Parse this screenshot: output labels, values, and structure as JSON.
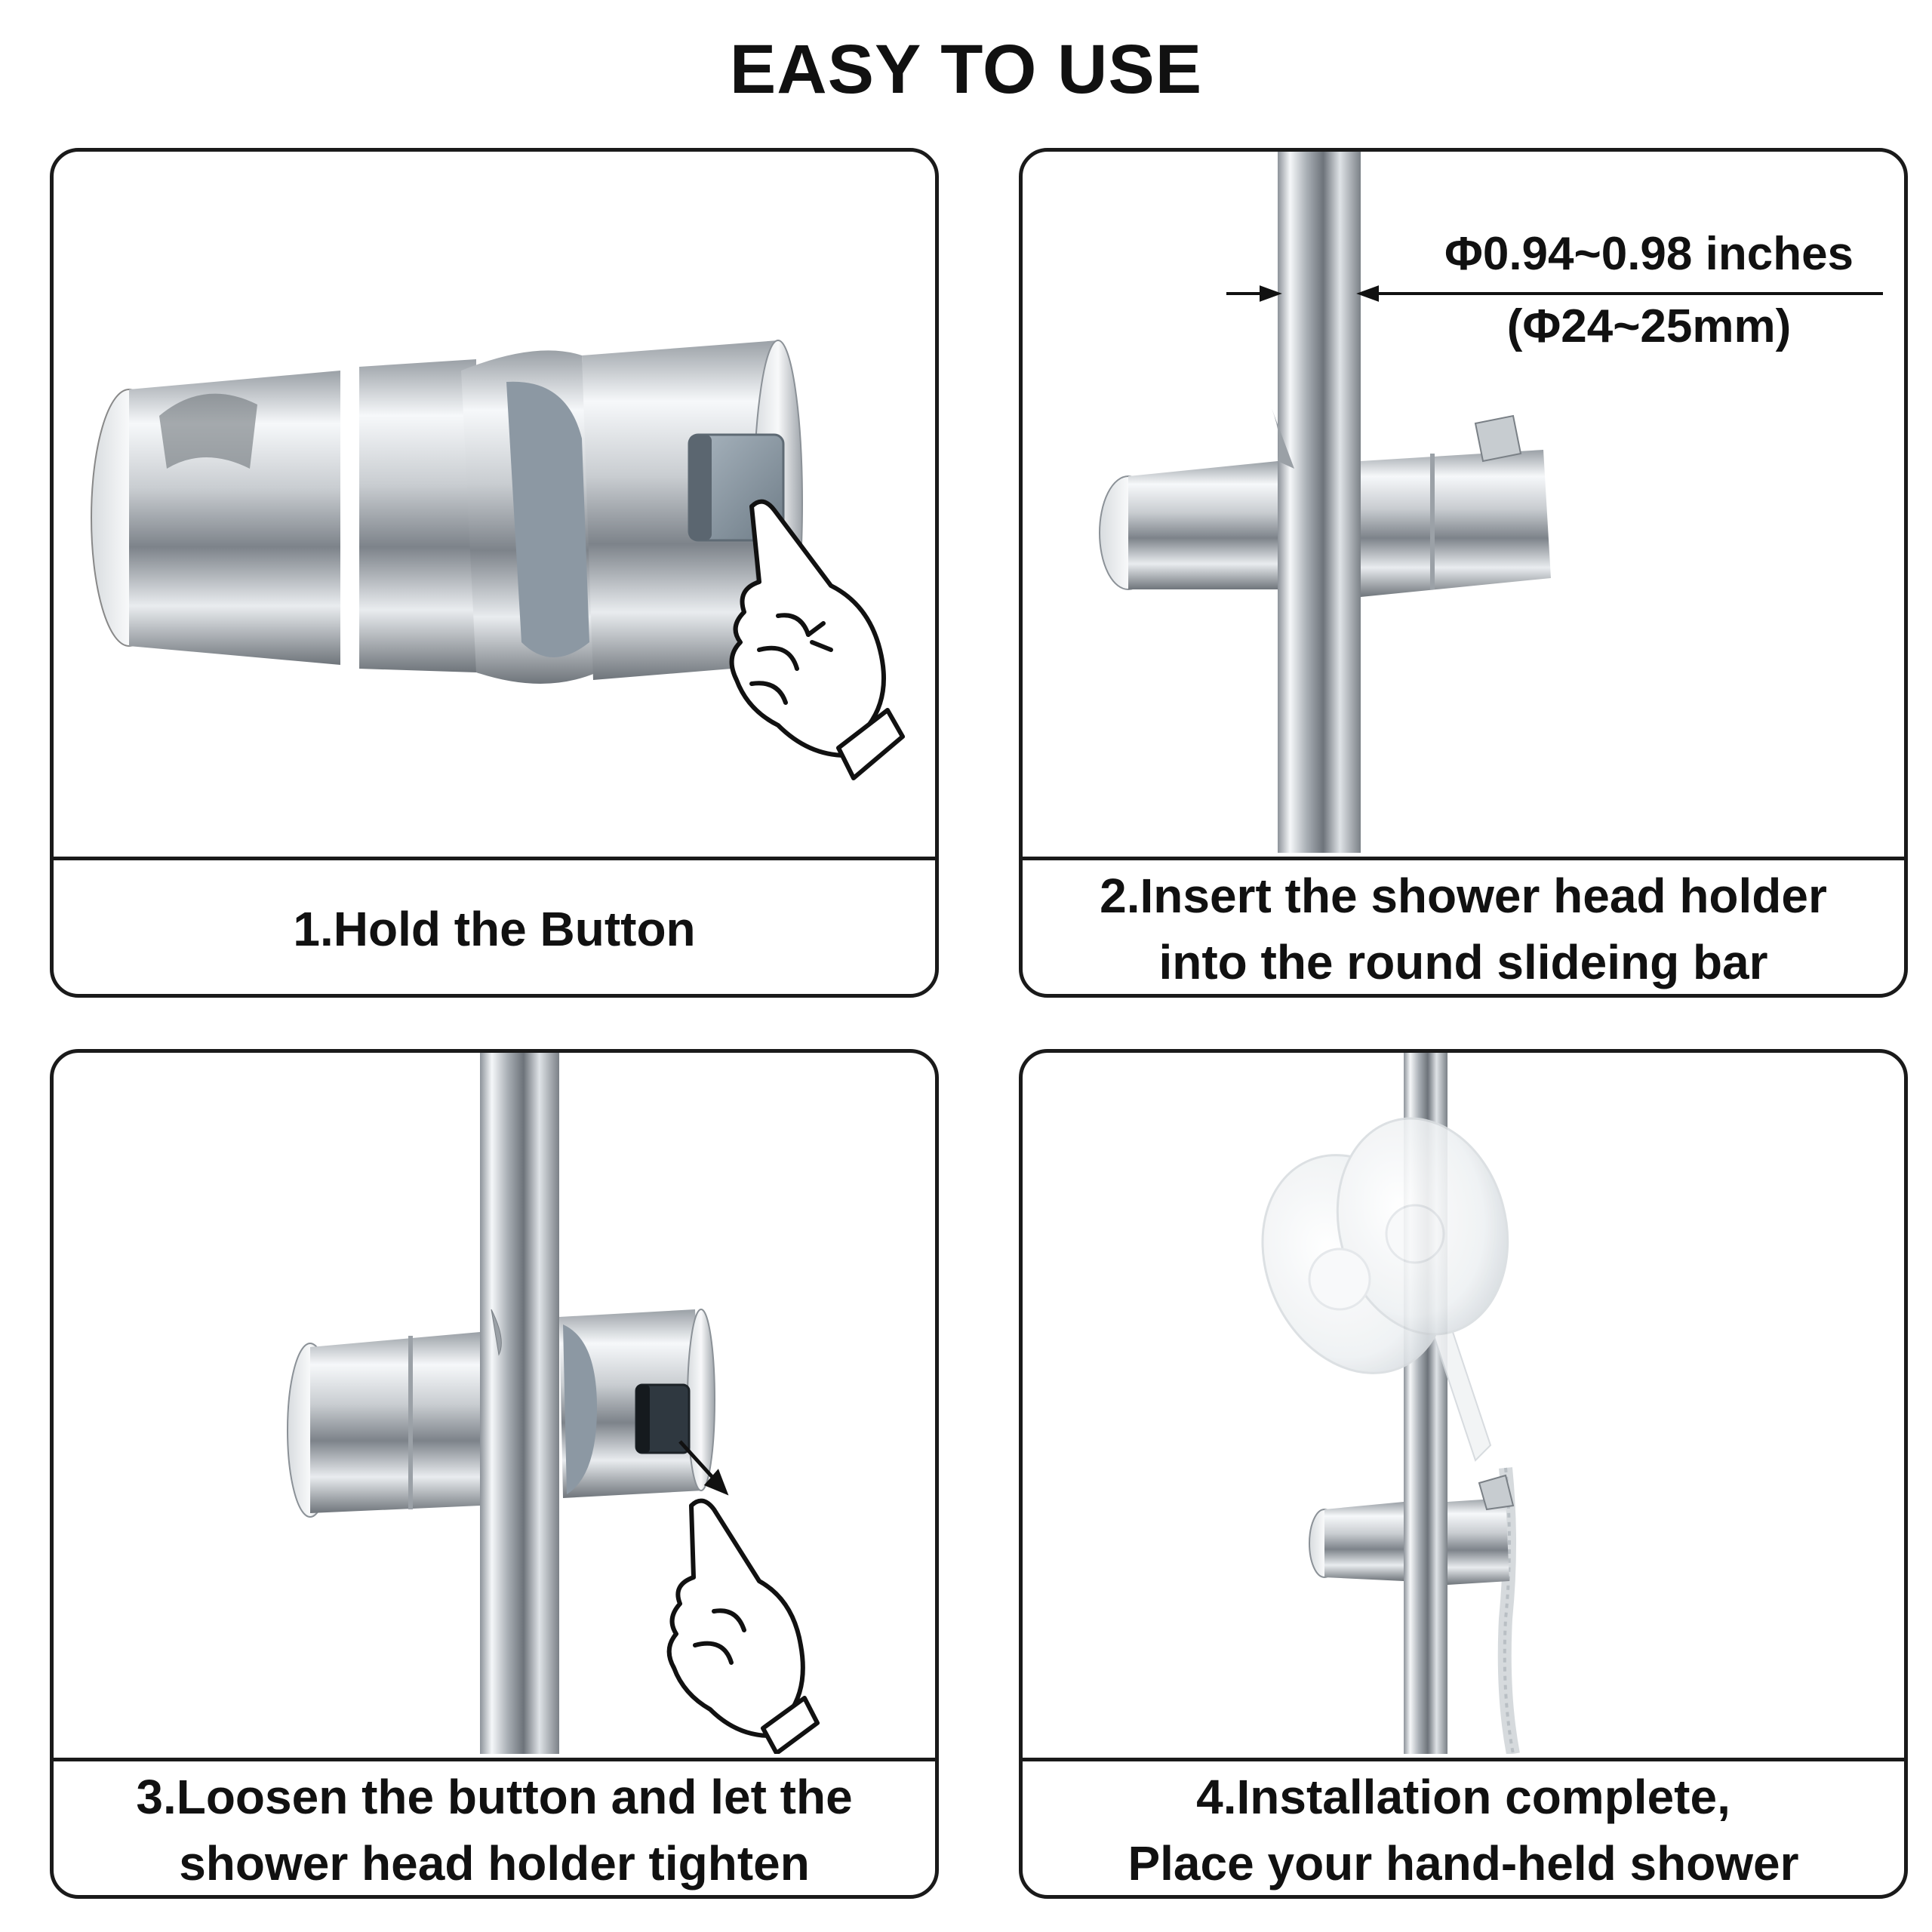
{
  "page": {
    "title": "EASY TO USE"
  },
  "steps": [
    {
      "lines": [
        "1.Hold the Button"
      ]
    },
    {
      "lines": [
        "2.Insert the shower head holder",
        "into the round slideing bar"
      ],
      "dimension": {
        "inches": "Φ0.94~0.98 inches",
        "mm": "(Φ24~25mm)"
      }
    },
    {
      "lines": [
        "3.Loosen the button and let the",
        "shower head holder tighten"
      ]
    },
    {
      "lines": [
        "4.Installation complete,",
        "Place your hand-held shower"
      ]
    }
  ],
  "colors": {
    "border": "#1a1a1a",
    "chrome_light": "#f4f6f8",
    "chrome_dark": "#8a9096",
    "button_gray": "#8c9aa6"
  }
}
